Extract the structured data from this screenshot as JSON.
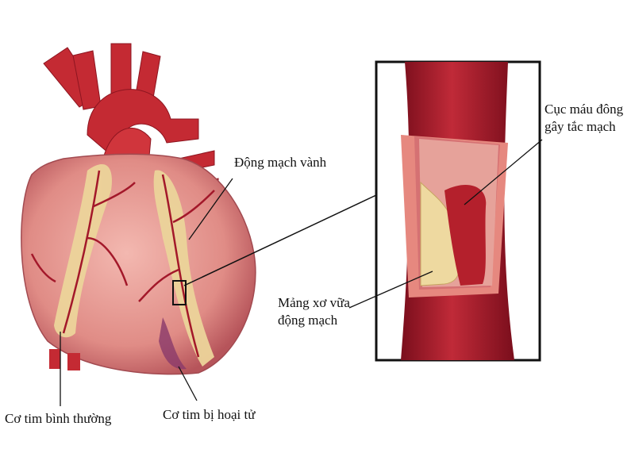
{
  "labels": {
    "coronary_artery": "Động mạch vành",
    "blood_clot_line1": "Cục máu đông",
    "blood_clot_line2": "gây tắc mạch",
    "plaque_line1": "Mảng xơ vữa",
    "plaque_line2": "động mạch",
    "normal_muscle": "Cơ tim bình thường",
    "necrotic_muscle": "Cơ tim bị hoại tử"
  },
  "colors": {
    "heart": "#e79a93",
    "vessel": "#a3182a",
    "plaque": "#eed9a0",
    "clot": "#b4202c"
  }
}
